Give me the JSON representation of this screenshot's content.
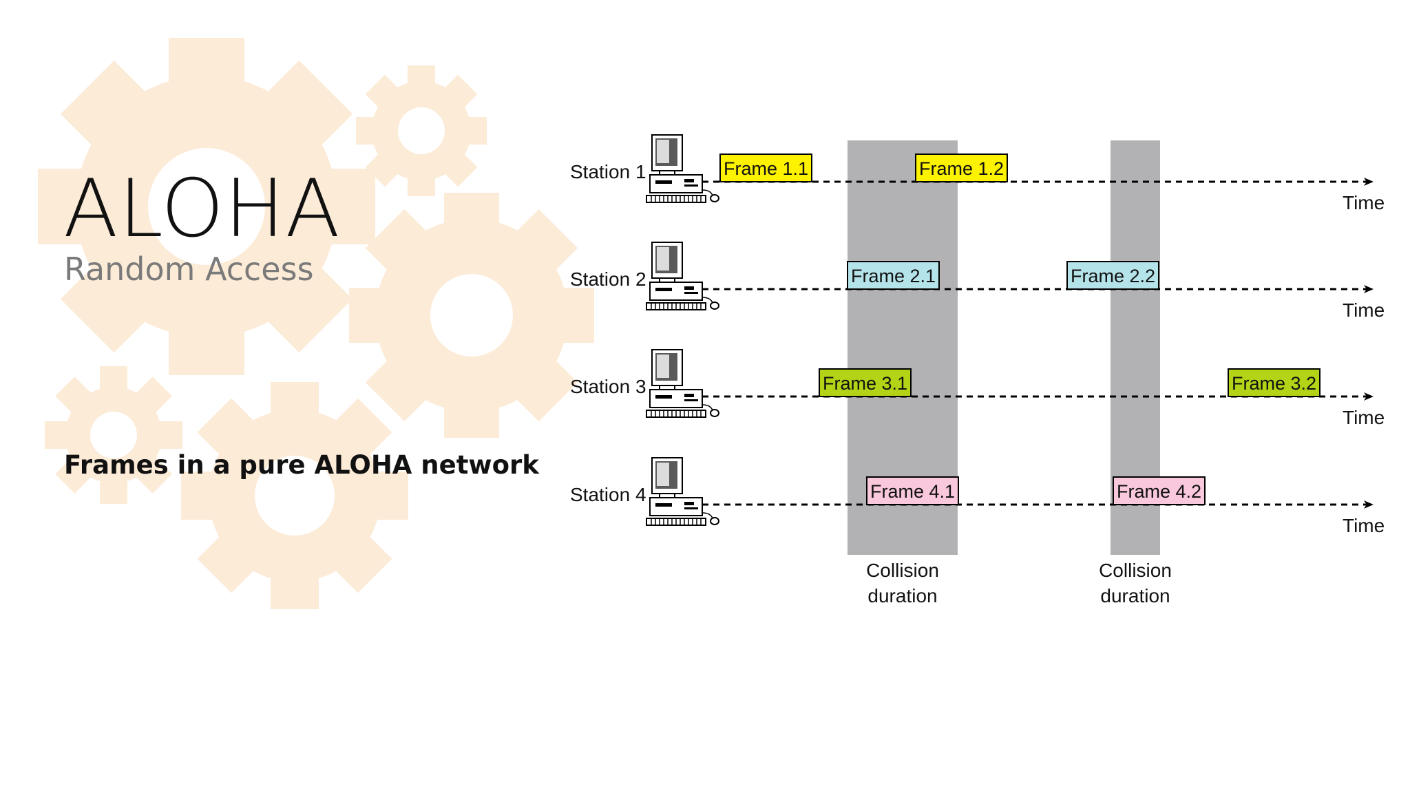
{
  "slide": {
    "title": "ALOHA",
    "subtitle": "Random Access",
    "caption": "Frames in a pure ALOHA network"
  },
  "colors": {
    "gear": "#fcebd7",
    "collision_band": "#b2b1b3",
    "station1_frame": "#fdf200",
    "station2_frame": "#b5e3ea",
    "station3_frame": "#b3d416",
    "station4_frame": "#f9c8dc"
  },
  "icons": [
    "desktop-computer-icon",
    "gear-icon",
    "arrow-right-icon"
  ],
  "diagram": {
    "time_label": "Time",
    "stations": [
      {
        "label": "Station 1",
        "frames": [
          {
            "label": "Frame 1.1",
            "color_key": "station1_frame"
          },
          {
            "label": "Frame 1.2",
            "color_key": "station1_frame"
          }
        ]
      },
      {
        "label": "Station 2",
        "frames": [
          {
            "label": "Frame 2.1",
            "color_key": "station2_frame"
          },
          {
            "label": "Frame 2.2",
            "color_key": "station2_frame"
          }
        ]
      },
      {
        "label": "Station 3",
        "frames": [
          {
            "label": "Frame 3.1",
            "color_key": "station3_frame"
          },
          {
            "label": "Frame 3.2",
            "color_key": "station3_frame"
          }
        ]
      },
      {
        "label": "Station 4",
        "frames": [
          {
            "label": "Frame 4.1",
            "color_key": "station4_frame"
          },
          {
            "label": "Frame 4.2",
            "color_key": "station4_frame"
          }
        ]
      }
    ],
    "collisions": [
      {
        "label_line1": "Collision",
        "label_line2": "duration"
      },
      {
        "label_line1": "Collision",
        "label_line2": "duration"
      }
    ]
  }
}
